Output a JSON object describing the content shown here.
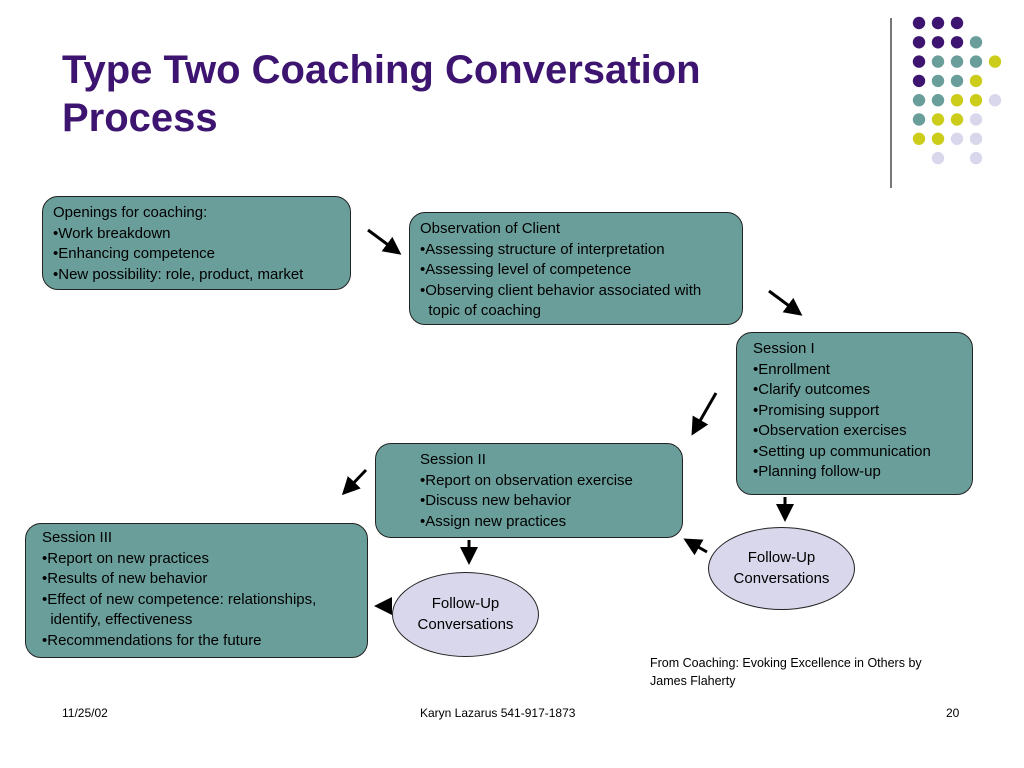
{
  "title": "Type Two Coaching Conversation Process",
  "colors": {
    "title": "#3d1470",
    "box": "#6a9e9a",
    "ellipse": "#d9d7ec",
    "dot_purple": "#3d1470",
    "dot_teal": "#6a9e9a",
    "dot_yellow": "#cccc1a",
    "dot_lavender": "#d9d7ec"
  },
  "boxes": {
    "openings": [
      "Openings for coaching:",
      "•Work breakdown",
      "•Enhancing competence",
      "•New possibility:  role, product, market"
    ],
    "observation": [
      "Observation of Client",
      "•Assessing structure of interpretation",
      "•Assessing level of competence",
      "•Observing client behavior associated with",
      "  topic of coaching"
    ],
    "session1": [
      "Session I",
      "•Enrollment",
      "•Clarify outcomes",
      "•Promising support",
      "•Observation exercises",
      "•Setting up communication",
      "•Planning follow-up"
    ],
    "session2": [
      "Session II",
      "•Report on observation exercise",
      "•Discuss new behavior",
      "•Assign new practices"
    ],
    "session3": [
      "Session III",
      "•Report on new practices",
      "•Results of new behavior",
      "•Effect of new competence:  relationships,",
      "  identify, effectiveness",
      "•Recommendations for the future"
    ]
  },
  "followups": {
    "right": [
      "Follow-Up",
      "Conversations"
    ],
    "left": [
      "Follow-Up",
      "Conversations"
    ]
  },
  "source": [
    "From Coaching:  Evoking Excellence in Others by",
    "James Flaherty"
  ],
  "footer": {
    "date": "11/25/02",
    "author": "Karyn Lazarus 541-917-1873",
    "page": "20"
  }
}
